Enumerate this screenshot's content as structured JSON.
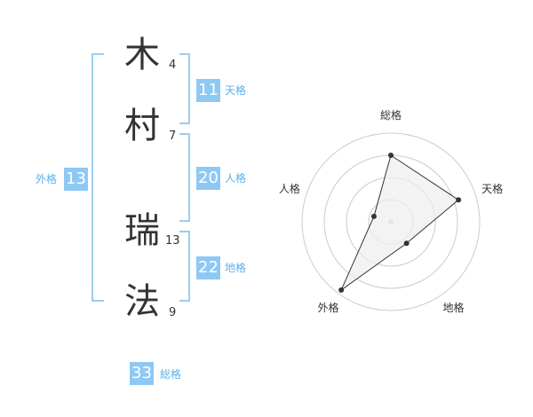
{
  "name": {
    "chars": [
      {
        "char": "木",
        "strokes": "4"
      },
      {
        "char": "村",
        "strokes": "7"
      },
      {
        "char": "瑞",
        "strokes": "13"
      },
      {
        "char": "法",
        "strokes": "9"
      }
    ]
  },
  "fortunes": {
    "tenkaku": {
      "value": "11",
      "label": "天格"
    },
    "jinkaku": {
      "value": "20",
      "label": "人格"
    },
    "chikaku": {
      "value": "22",
      "label": "地格"
    },
    "gaikaku": {
      "value": "13",
      "label": "外格"
    },
    "soukaku": {
      "value": "33",
      "label": "総格"
    }
  },
  "chart_data": {
    "type": "radar",
    "axes": [
      "総格",
      "天格",
      "地格",
      "外格",
      "人格"
    ],
    "values": [
      0.75,
      0.8,
      0.3,
      0.95,
      0.2
    ],
    "rings": 4,
    "colors": {
      "fill": "#eeeeee",
      "line": "#333333",
      "grid": "#cccccc"
    }
  }
}
